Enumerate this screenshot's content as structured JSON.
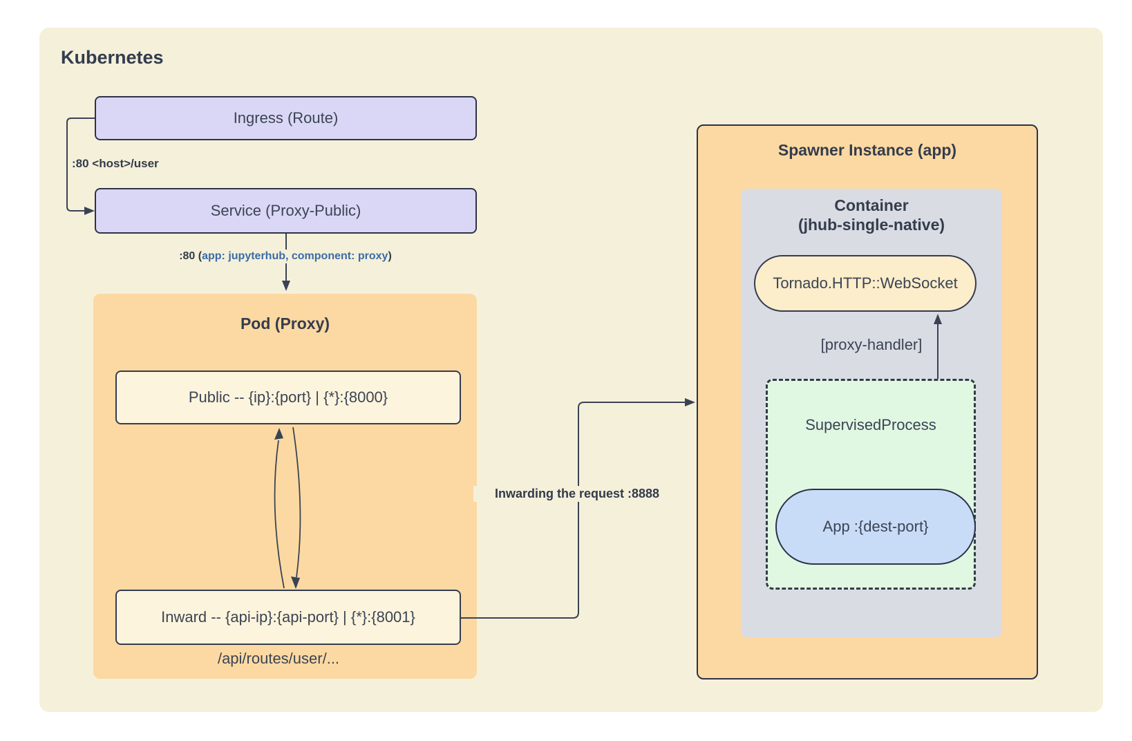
{
  "region": {
    "title": "Kubernetes"
  },
  "nodes": {
    "ingress": {
      "label": "Ingress (Route)"
    },
    "service": {
      "label": "Service (Proxy-Public)"
    },
    "pod": {
      "title": "Pod (Proxy)",
      "public_label": "Public -- {ip}:{port} | {*}:{8000}",
      "inward_label": "Inward -- {api-ip}:{api-port} | {*}:{8001}",
      "routes_note": "/api/routes/user/..."
    },
    "spawner": {
      "title": "Spawner Instance (app)",
      "container_title_line1": "Container",
      "container_title_line2": "(jhub-single-native)",
      "tornado_label": "Tornado.HTTP::WebSocket",
      "supervised_label": "SupervisedProcess",
      "app_label": "App :{dest-port}"
    }
  },
  "edge_labels": {
    "ingress_to_service": ":80 <host>/user",
    "service_to_pod_prefix": ":80 (",
    "service_to_pod_selector": "app: jupyterhub, component: proxy",
    "service_to_pod_suffix": ")",
    "inward_to_spawner": "Inwarding the request :8888",
    "supervised_to_tornado": "[proxy-handler]"
  },
  "colors": {
    "page_bg": "#ffffff",
    "region_fill": "#f5f0da",
    "lavender_fill": "#dad7f6",
    "orange_fill": "#fcd9a2",
    "cream_fill": "#fdf4dd",
    "peach_fill": "#fcedcb",
    "gray_fill": "#d9dce3",
    "green_fill": "#e0f7e2",
    "blue_fill": "#c8dcf8",
    "border_stroke": "#2d3247",
    "connector_stroke": "#3a4254",
    "text_dark": "#3b4453",
    "label_blue": "#3a6ca6"
  }
}
